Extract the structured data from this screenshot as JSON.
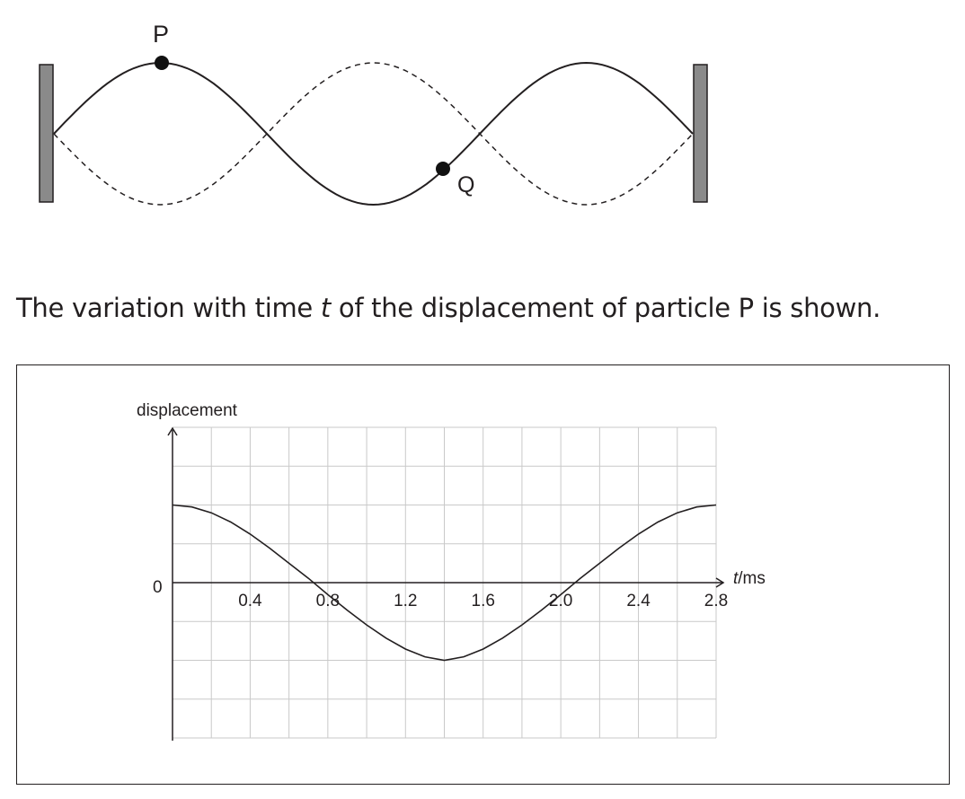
{
  "wave_diagram": {
    "labels": {
      "p": "P",
      "q": "Q"
    }
  },
  "statement": {
    "before_var": "The variation with time ",
    "var": "t",
    "after_var": " of the displacement of particle P is shown."
  },
  "chart_data": {
    "type": "line",
    "ylabel": "displacement",
    "xlabel_var": "t",
    "xlabel_unit": "/ms",
    "origin_label": "0",
    "x_tick_labels": [
      "0.4",
      "0.8",
      "1.2",
      "1.6",
      "2.0",
      "2.4",
      "2.8"
    ],
    "x_ticks": [
      0.4,
      0.8,
      1.2,
      1.6,
      2.0,
      2.4,
      2.8
    ],
    "xlim": [
      0,
      2.8
    ],
    "ylim": [
      -4,
      4
    ],
    "grid": true,
    "series": [
      {
        "x": [
          0,
          0.1,
          0.2,
          0.3,
          0.4,
          0.5,
          0.6,
          0.7,
          0.8,
          0.9,
          1.0,
          1.1,
          1.2,
          1.3,
          1.4,
          1.5,
          1.6,
          1.7,
          1.8,
          1.9,
          2.0,
          2.1,
          2.2,
          2.3,
          2.4,
          2.5,
          2.6,
          2.7,
          2.8
        ],
        "y": [
          2.0,
          1.95,
          1.8,
          1.56,
          1.25,
          0.89,
          0.5,
          0.11,
          -0.31,
          -0.71,
          -1.09,
          -1.43,
          -1.71,
          -1.91,
          -2.0,
          -1.91,
          -1.71,
          -1.43,
          -1.09,
          -0.71,
          -0.31,
          0.11,
          0.5,
          0.89,
          1.25,
          1.56,
          1.8,
          1.95,
          2.0
        ]
      }
    ]
  }
}
